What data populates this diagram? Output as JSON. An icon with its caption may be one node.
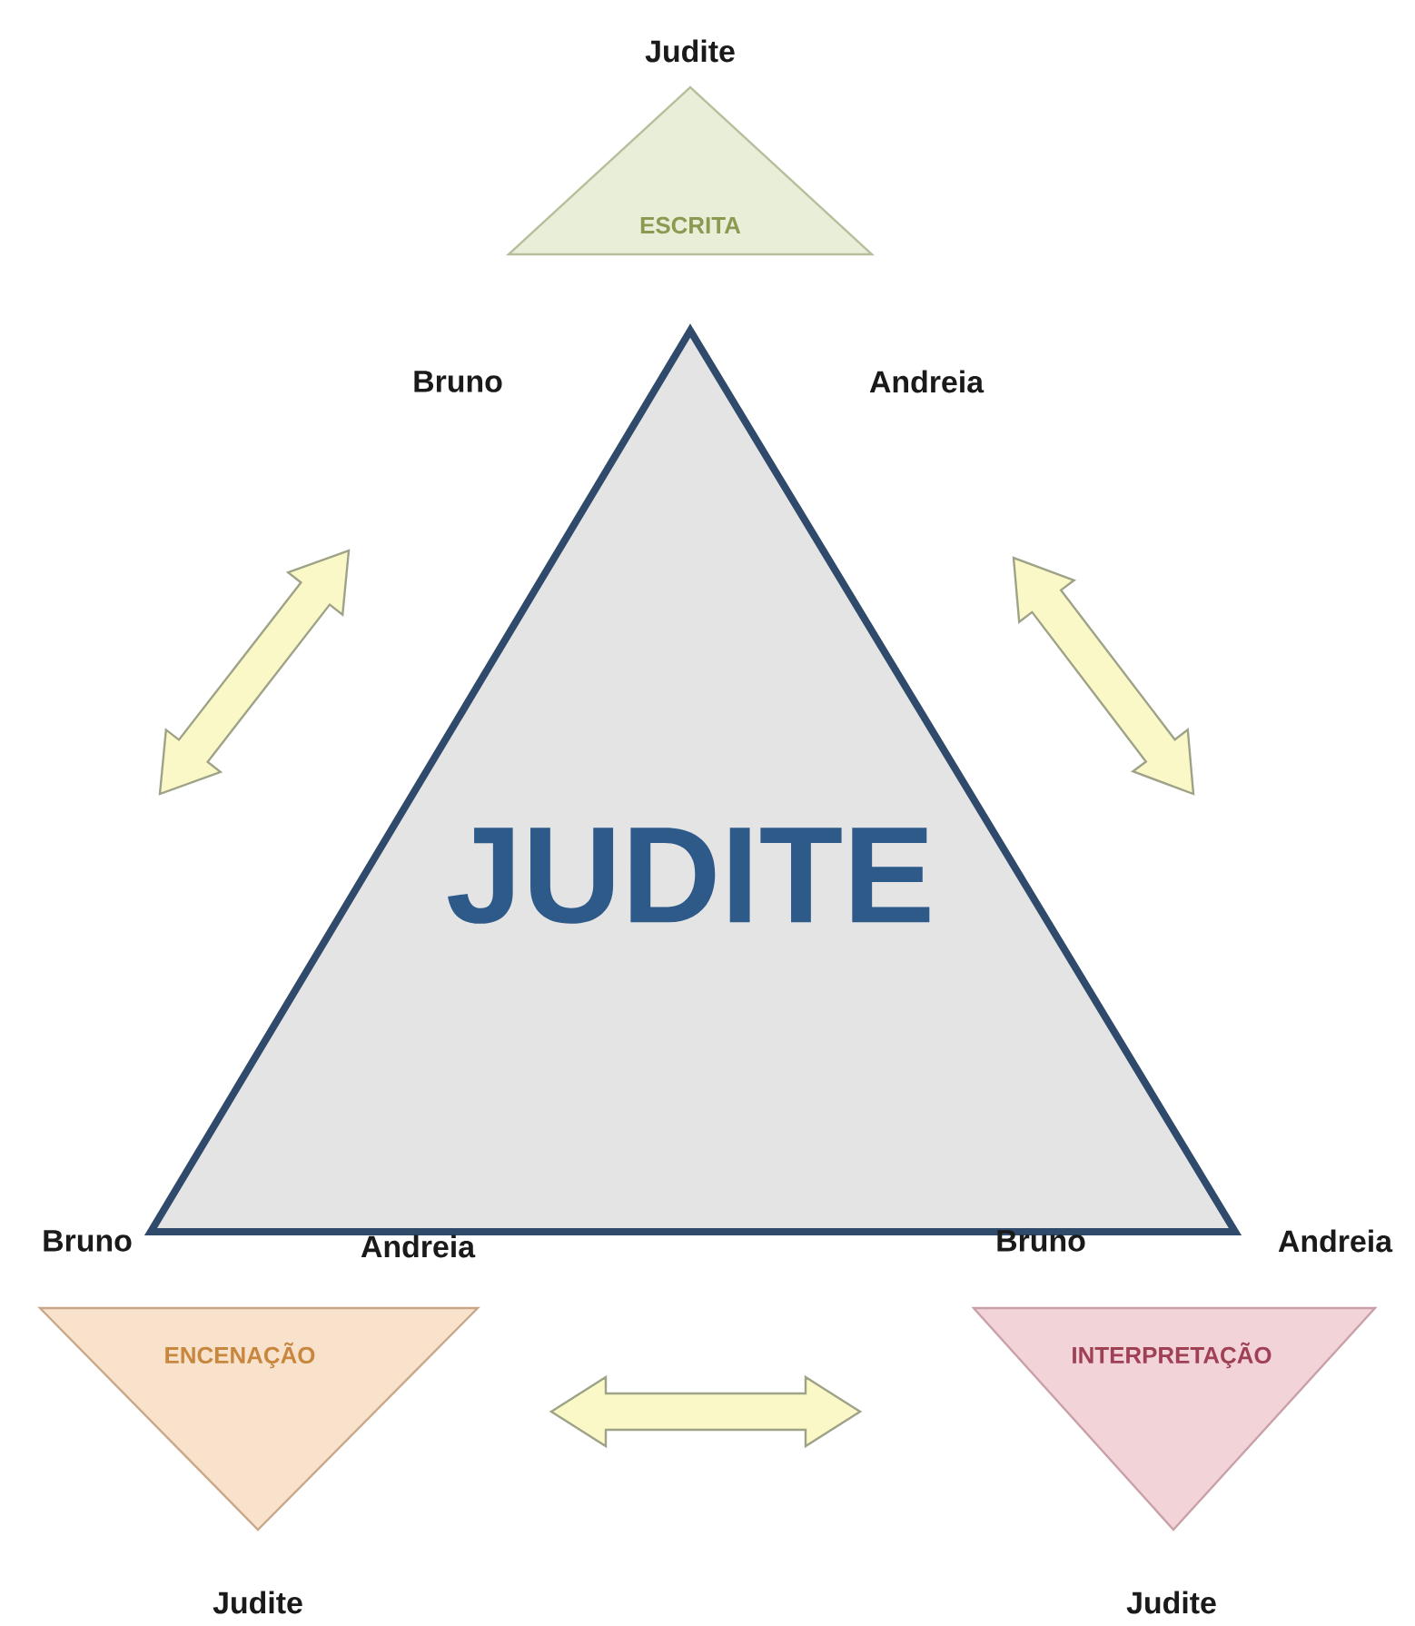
{
  "diagram": {
    "nodes": [
      {
        "text": [
          "ESCRITA"
        ]
      },
      {
        "text": [
          "JUDITE"
        ]
      },
      {
        "text": [
          "ENCENAÇÃO"
        ]
      },
      {
        "text": [
          "INTERPRETAÇÃO"
        ]
      }
    ],
    "edges": [
      {
        "from": 2,
        "to": 3,
        "arrow": "both"
      }
    ],
    "labels": [
      "Judite",
      "Bruno",
      "Andreia",
      "Bruno",
      "Andreia",
      "Bruno",
      "Andreia",
      "Judite",
      "Judite"
    ]
  }
}
